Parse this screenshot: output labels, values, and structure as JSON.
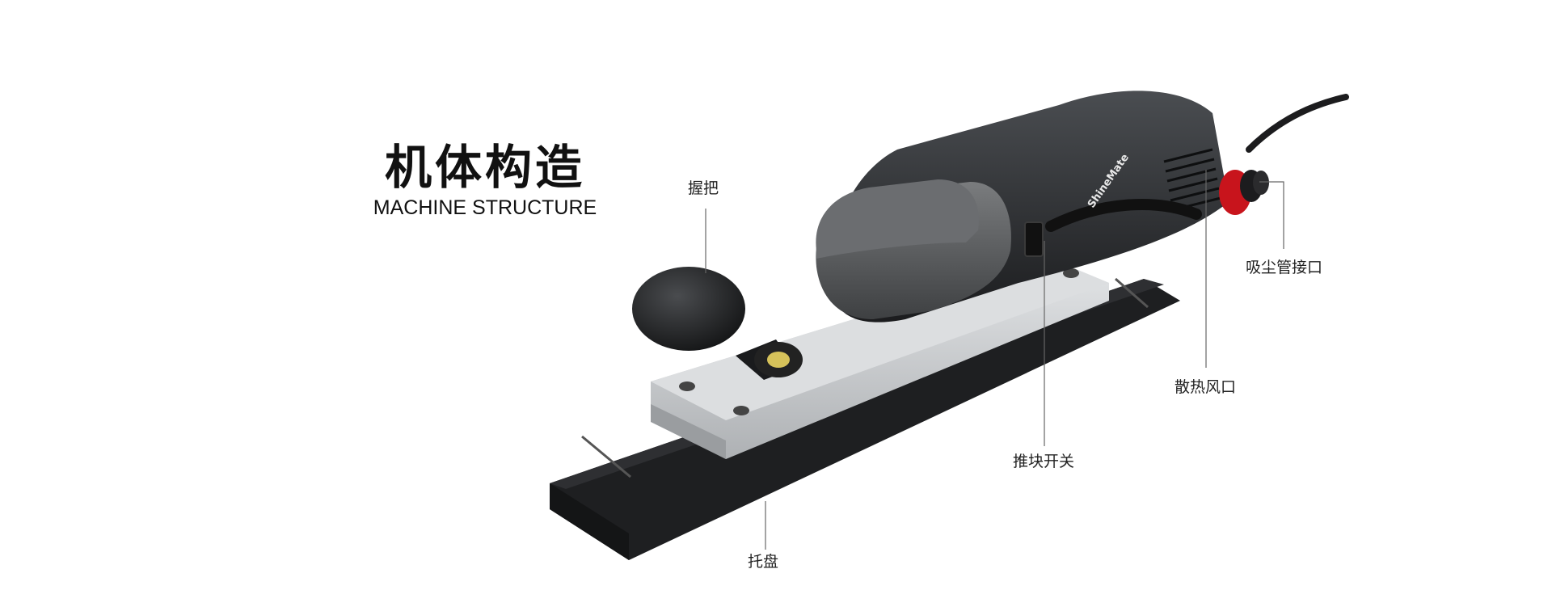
{
  "heading": {
    "title_cn": "机体构造",
    "title_en": "MACHINE STRUCTURE"
  },
  "callouts": {
    "grip": "握把",
    "pad": "托盘",
    "slide_switch": "推块开关",
    "vent": "散热风口",
    "dust_port": "吸尘管接口"
  },
  "product": {
    "brand_label": "ShineMate",
    "colors": {
      "body": "#2b2d30",
      "cap": "#5a5c5e",
      "base": "#c9cbcd",
      "pad": "#1e1f21",
      "accent": "#d3141d"
    }
  }
}
